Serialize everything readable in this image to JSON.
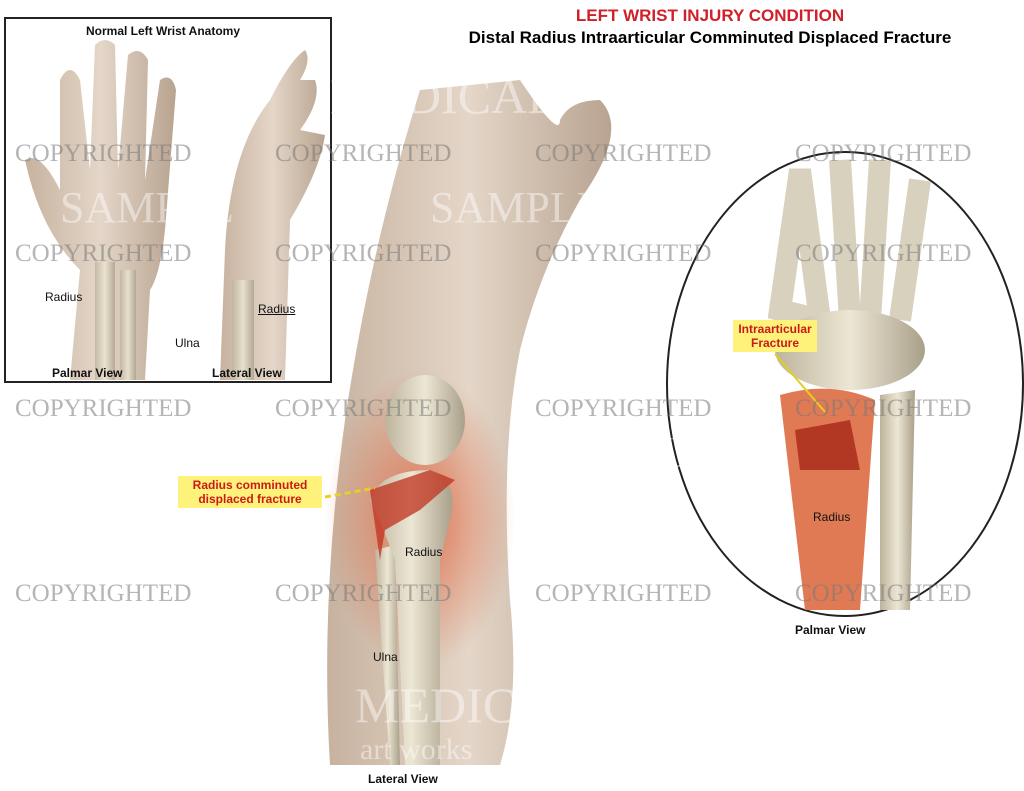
{
  "header": {
    "title": "LEFT WRIST INJURY CONDITION",
    "subtitle": "Distal Radius Intraarticular Comminuted Displaced Fracture"
  },
  "inset": {
    "title": "Normal Left Wrist Anatomy",
    "radius_label_palmar": "Radius",
    "radius_label_lateral": "Radius",
    "ulna_label": "Ulna",
    "palmar_view": "Palmar View",
    "lateral_view": "Lateral View"
  },
  "main": {
    "callout": "Radius comminuted displaced fracture",
    "radius_label": "Radius",
    "ulna_label": "Ulna",
    "view_label": "Lateral View"
  },
  "detail": {
    "callout": "Intraarticular Fracture",
    "radius_label": "Radius",
    "view_label": "Palmar View"
  },
  "watermark": {
    "text": "COPYRIGHTED",
    "sample": "SAMPLE",
    "brand_top": "MEDICAL",
    "brand_bottom": "art works"
  },
  "colors": {
    "title_red": "#d0202a",
    "callout_bg": "#fff27a",
    "fracture_red": "#c0301c"
  }
}
